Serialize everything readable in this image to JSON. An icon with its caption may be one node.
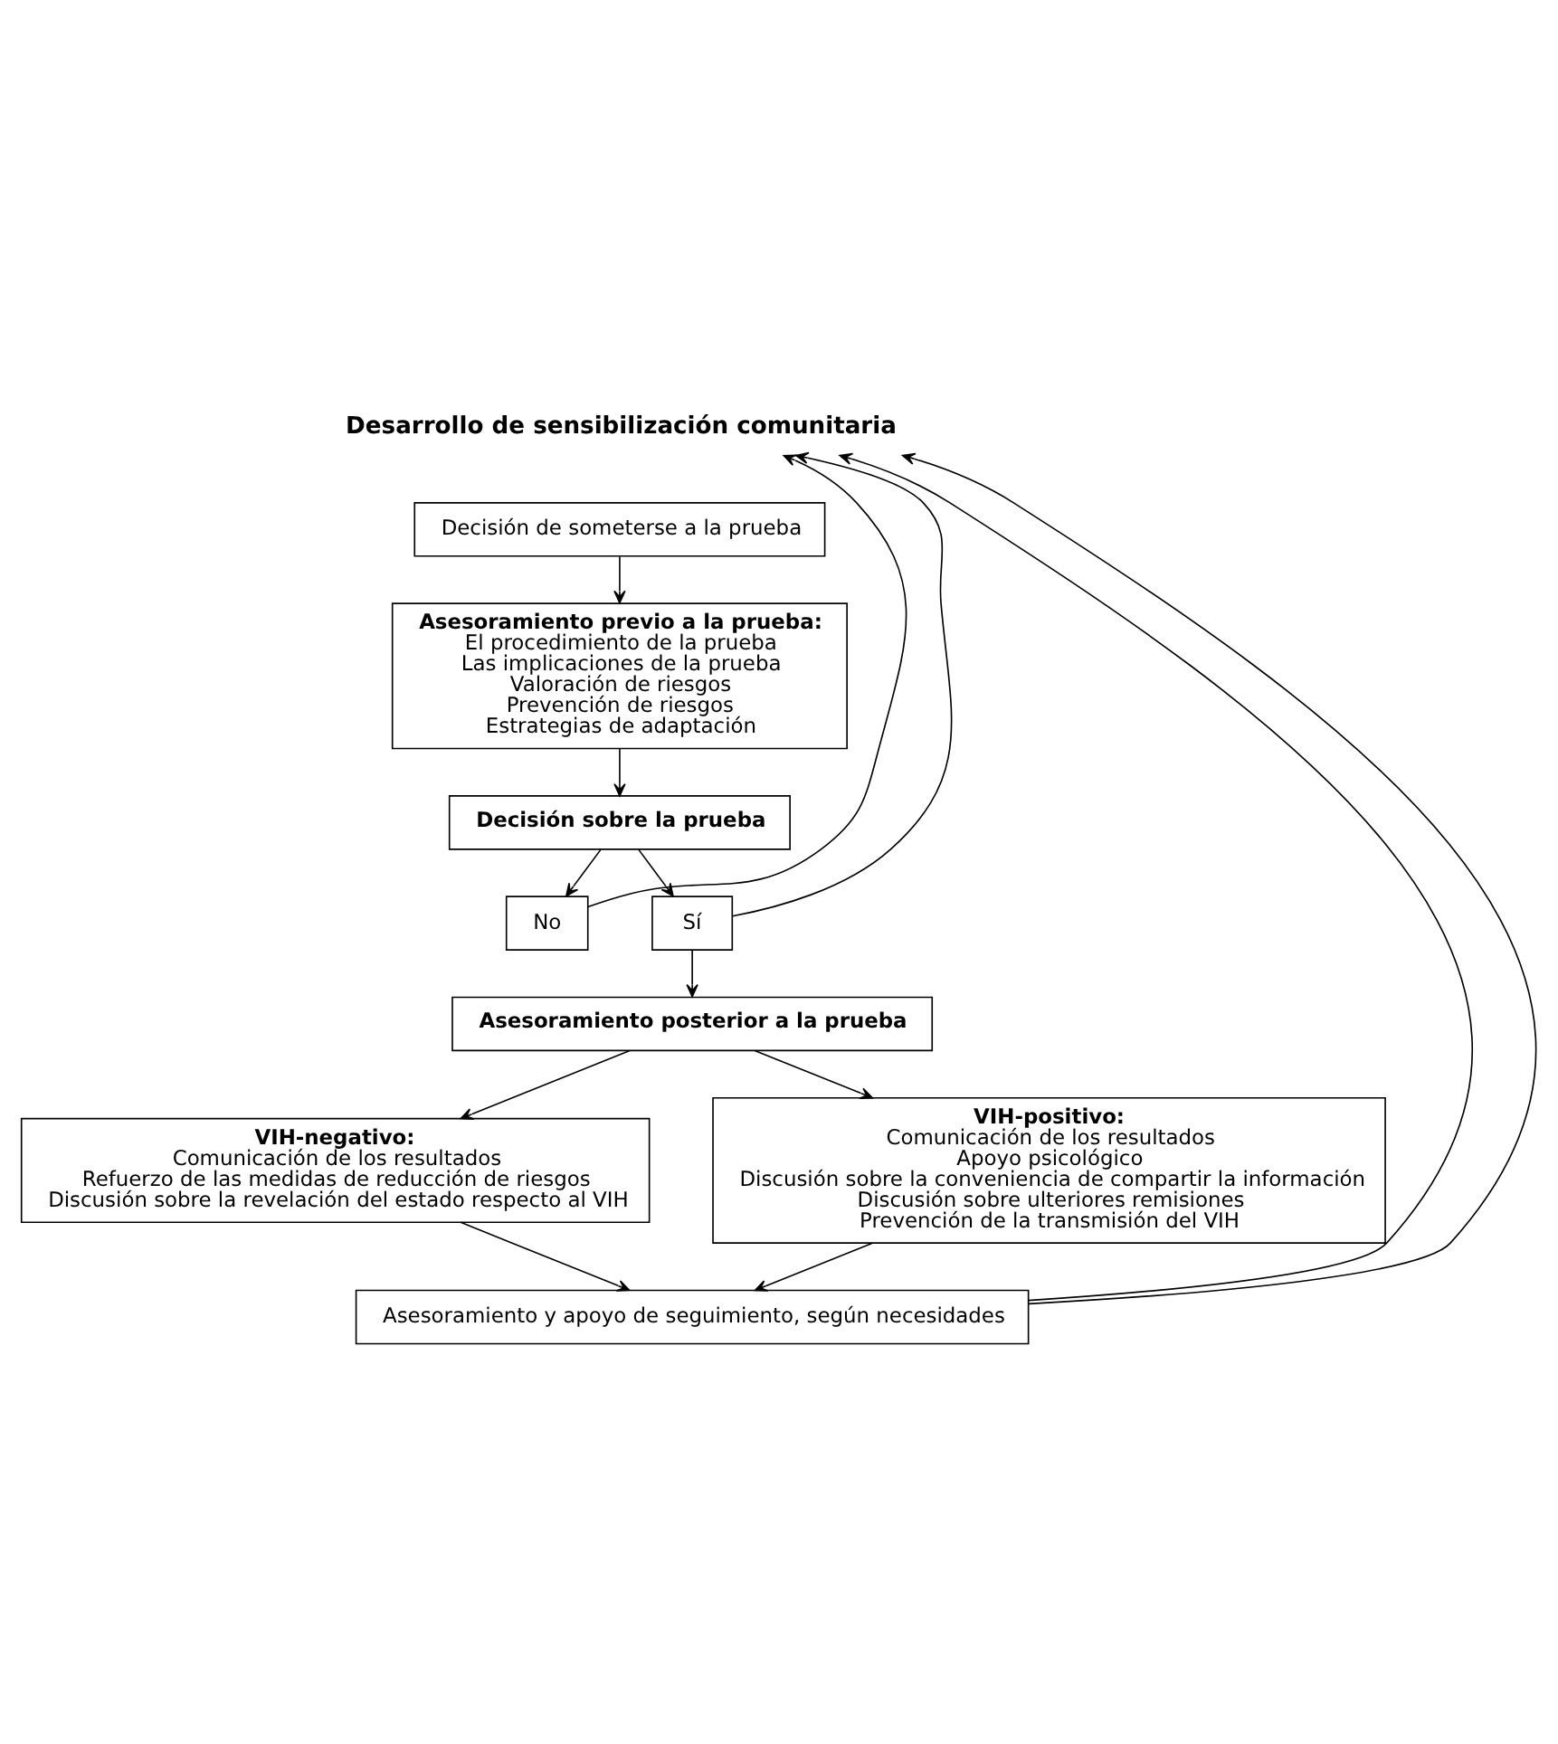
{
  "diagram": {
    "nodes": [
      {
        "text": [
          "Desarrollo de sensibilización comunitaria"
        ]
      },
      {
        "text": [
          "Decisión de someterse a la prueba"
        ]
      },
      {
        "text": [
          "Asesoramiento previo a la prueba:",
          "El procedimiento de la prueba",
          "Las implicaciones de la prueba",
          "Valoración de riesgos",
          "Prevención de riesgos",
          "Estrategias de adaptación"
        ]
      },
      {
        "text": [
          "Decisión sobre la prueba"
        ]
      },
      {
        "text": [
          "No"
        ]
      },
      {
        "text": [
          "Sí"
        ]
      },
      {
        "text": [
          "Asesoramiento posterior a la prueba"
        ]
      },
      {
        "text": [
          "VIH-negativo:",
          "Comunicación de los resultados",
          "Refuerzo de las medidas de reducción de riesgos",
          "Discusión sobre la revelación del estado respecto al VIH"
        ]
      },
      {
        "text": [
          "VIH-positivo:",
          "Comunicación de los resultados",
          "Apoyo psicológico",
          "Discusión sobre la conveniencia de compartir la información",
          "Discusión sobre ulteriores remisiones",
          "Prevención de la transmisión del VIH"
        ]
      },
      {
        "text": [
          "Asesoramiento y apoyo de seguimiento, según necesidades"
        ]
      }
    ],
    "edges": [
      {
        "from": 1,
        "to": 2,
        "arrow": "to"
      },
      {
        "from": 2,
        "to": 3,
        "arrow": "to"
      },
      {
        "from": 3,
        "to": 4,
        "arrow": "to"
      },
      {
        "from": 3,
        "to": 5,
        "arrow": "to"
      },
      {
        "from": 4,
        "to": 0,
        "arrow": "to"
      },
      {
        "from": 5,
        "to": 0,
        "arrow": "to"
      },
      {
        "from": 5,
        "to": 6,
        "arrow": "to"
      },
      {
        "from": 6,
        "to": 7,
        "arrow": "to"
      },
      {
        "from": 6,
        "to": 8,
        "arrow": "to"
      },
      {
        "from": 7,
        "to": 9,
        "arrow": "to"
      },
      {
        "from": 8,
        "to": 9,
        "arrow": "to"
      },
      {
        "from": 9,
        "to": 0,
        "arrow": "to"
      },
      {
        "from": 9,
        "to": 0,
        "arrow": "to"
      }
    ]
  }
}
